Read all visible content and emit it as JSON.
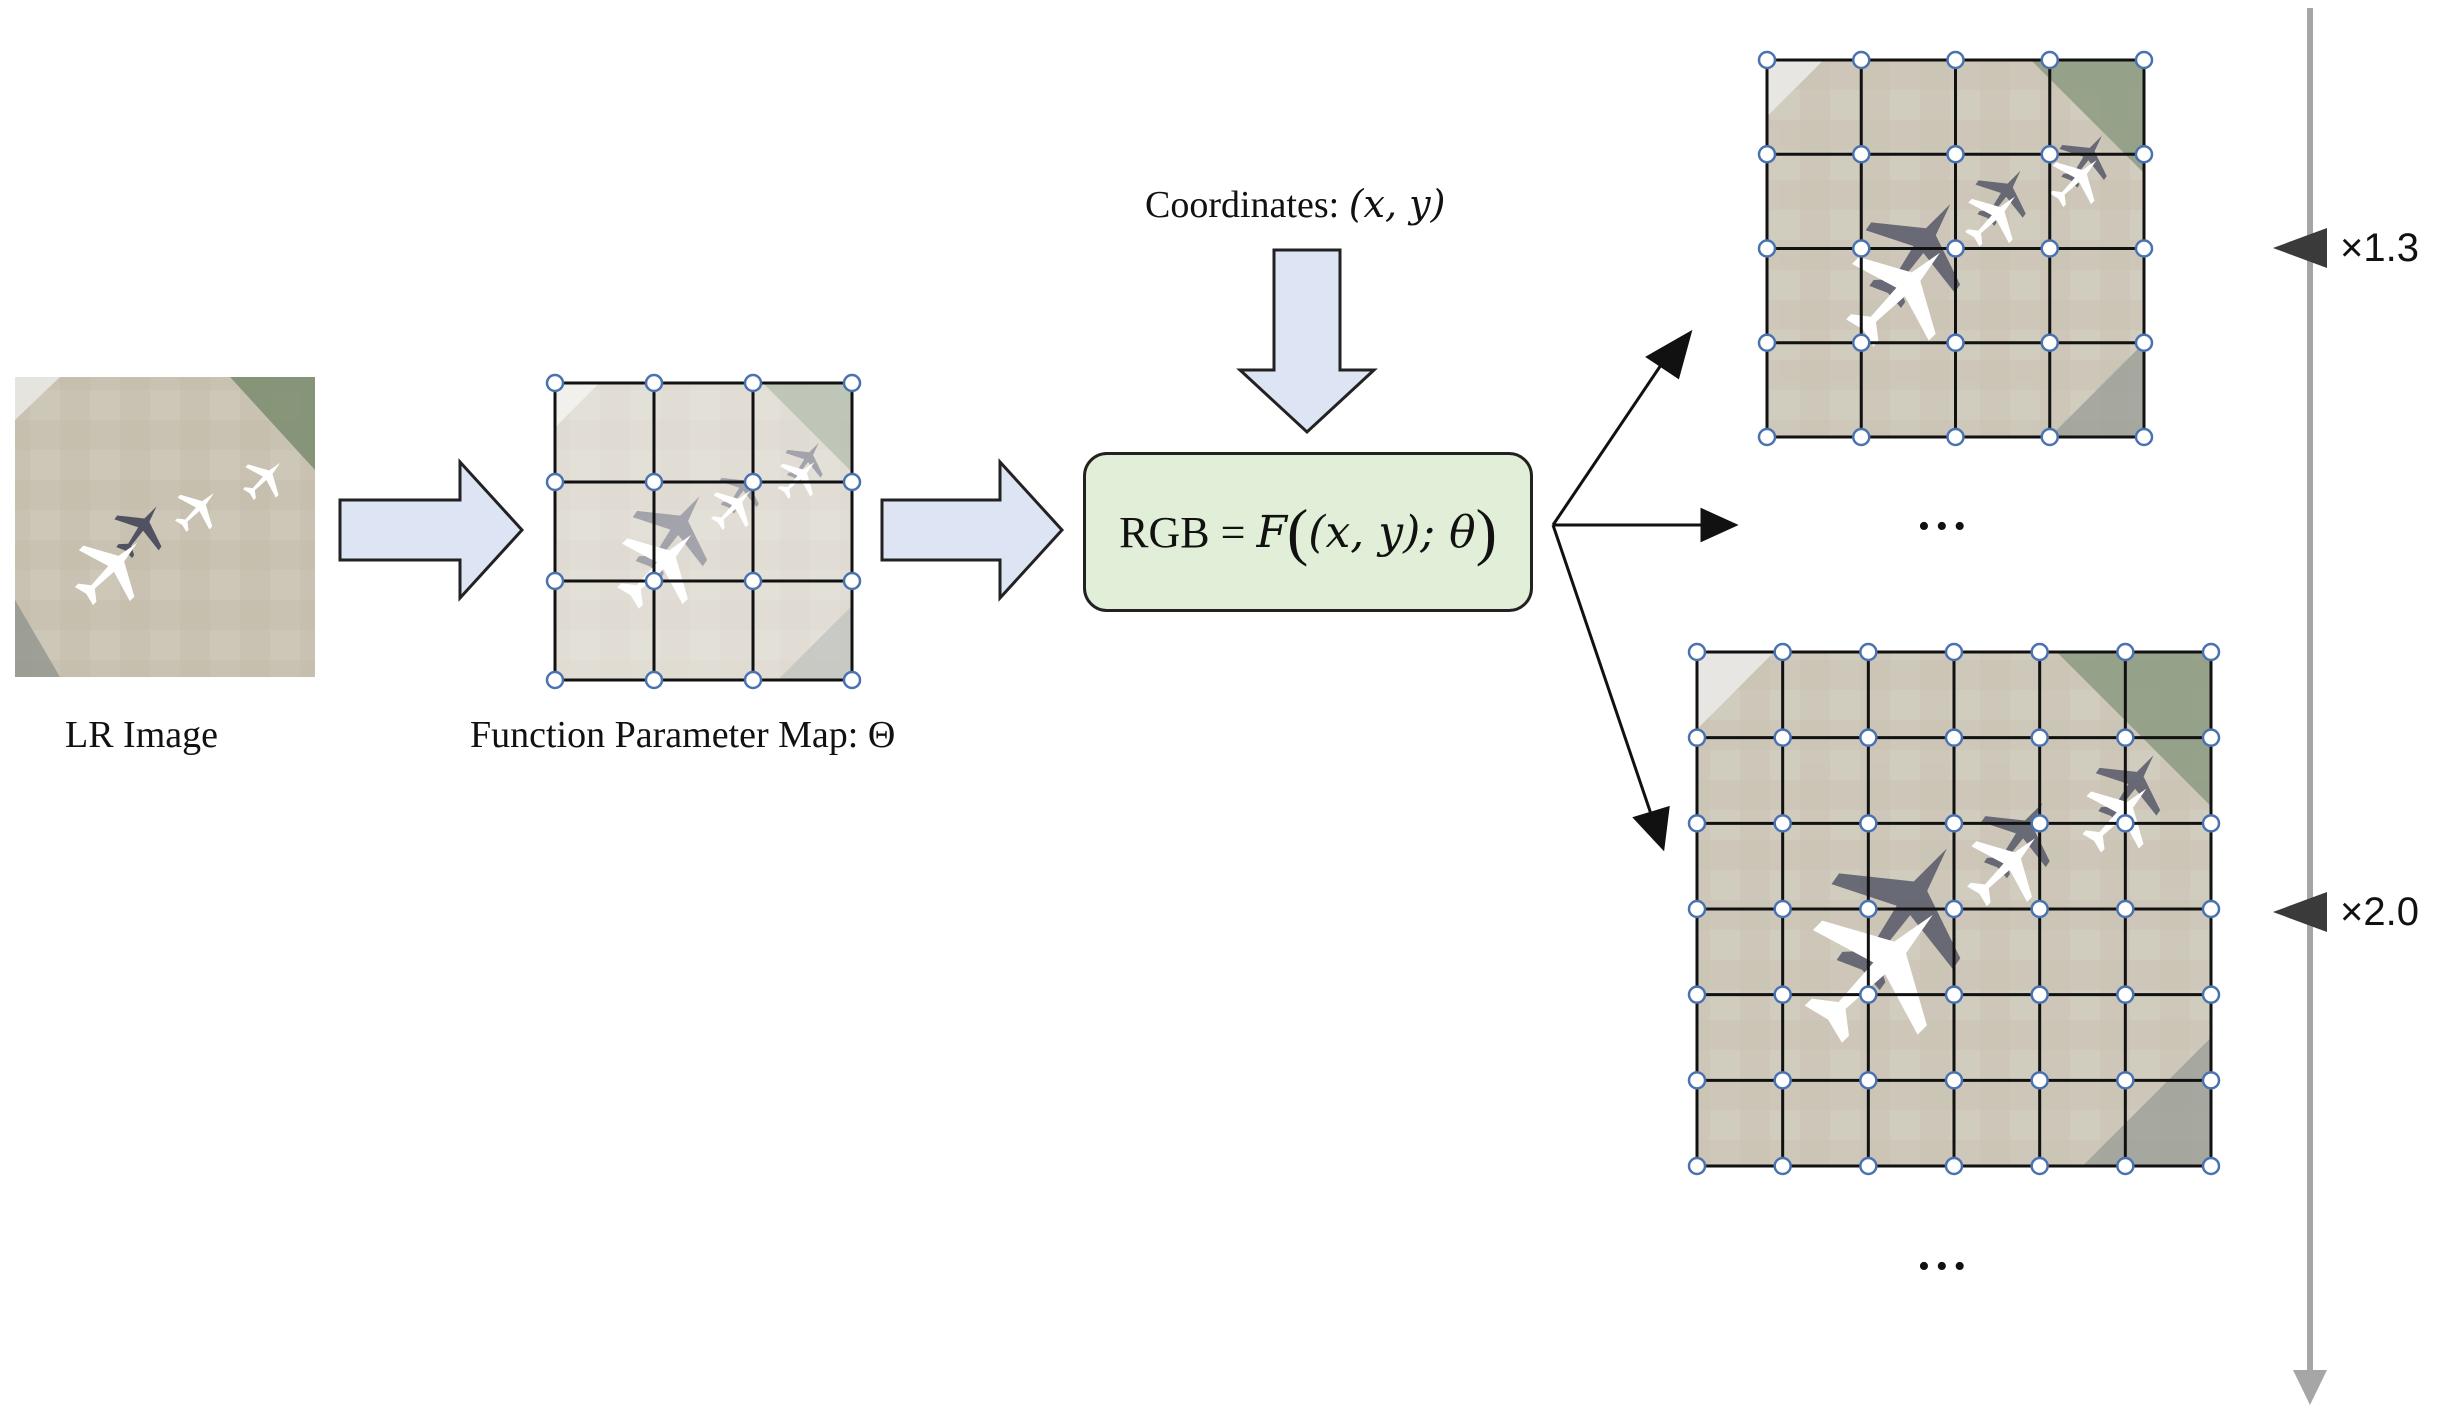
{
  "labels": {
    "lr_image": "LR Image",
    "param_map": "Function Parameter Map: Θ",
    "coordinates_prefix": "Coordinates: ",
    "coordinates_math": "(x, y)"
  },
  "formula": {
    "lhs": "RGB",
    "eq": " = ",
    "func": "F",
    "open": "(",
    "inner": "(x, y); θ",
    "close": ")"
  },
  "ellipses": [
    "•••",
    "•••"
  ],
  "scales": [
    "×1.3",
    "×2.0"
  ],
  "colors": {
    "arrow_fill": "#dde4f3",
    "node_stroke": "#4a72b0",
    "grid_line": "#111111",
    "box_fill": "#e2efd8",
    "scale_axis": "#a6a6a6",
    "marker": "#3a3a3a",
    "ground": "#c8c1b0"
  }
}
